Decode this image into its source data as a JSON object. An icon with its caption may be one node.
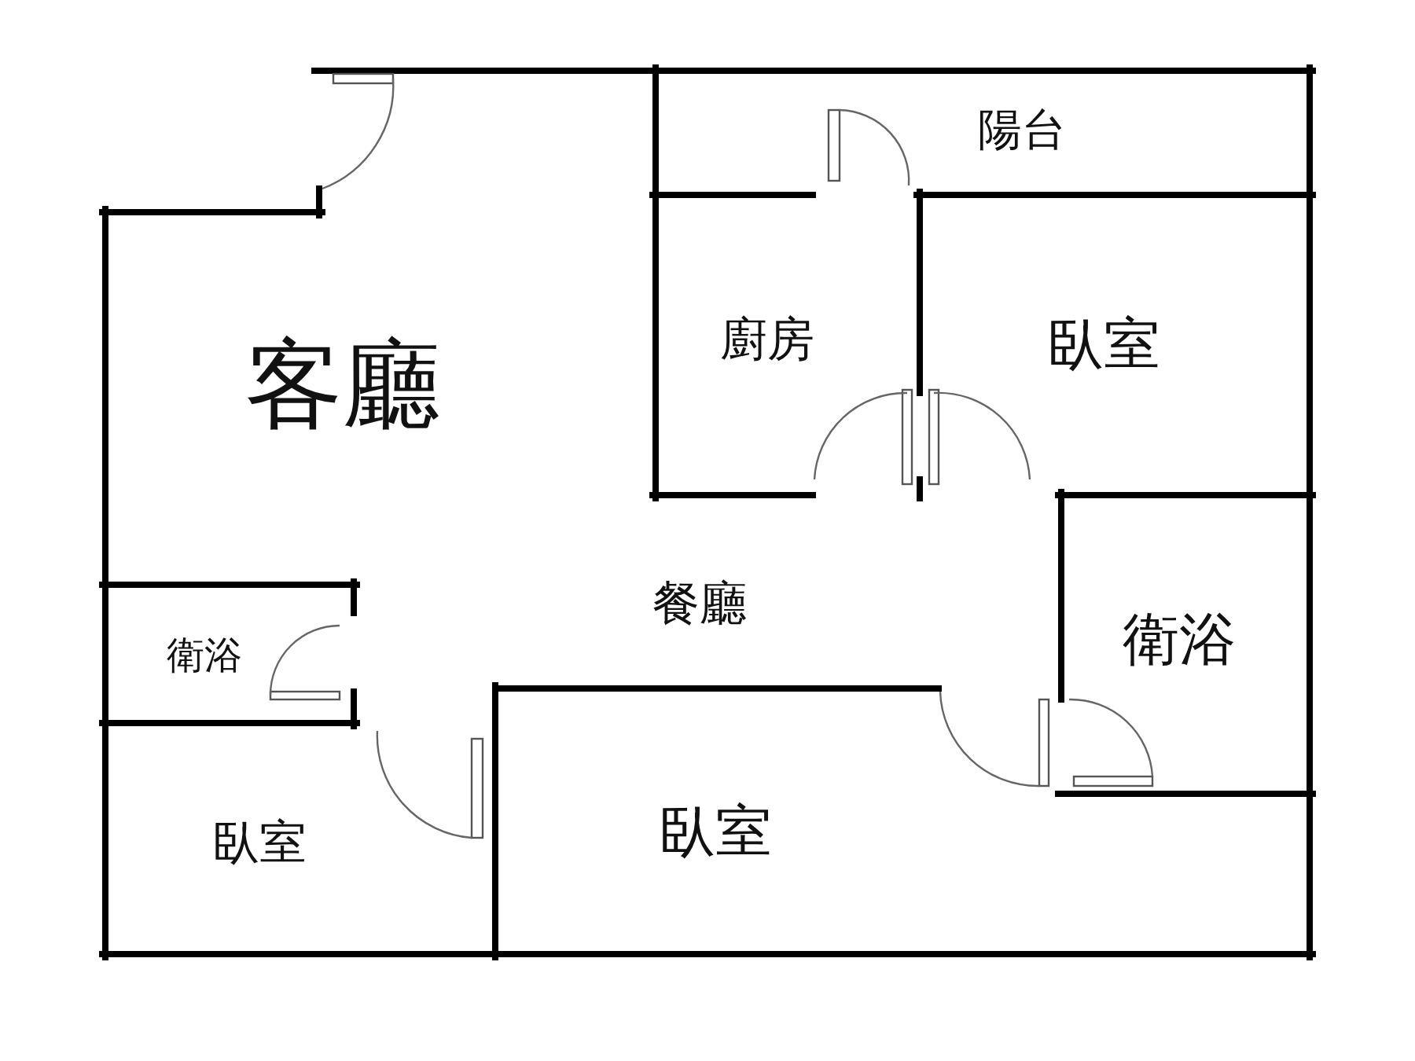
{
  "diagram": {
    "labels": [
      "陽台",
      "客廳",
      "廚房",
      "臥室",
      "餐廳",
      "衛浴",
      "衛浴",
      "臥室",
      "臥室"
    ]
  }
}
